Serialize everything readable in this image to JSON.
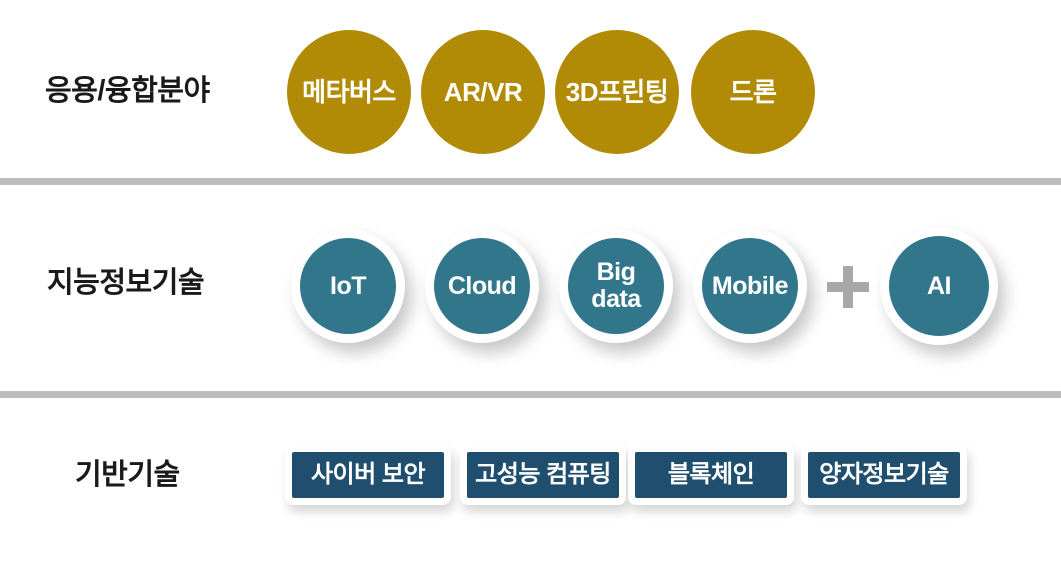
{
  "colors": {
    "gold": "#B28B06",
    "teal": "#31768B",
    "navy": "#1F4E6E",
    "divider_gray": "#BDBDBD",
    "plus_gray": "#A8A8A8",
    "label_text": "#1A1A1A",
    "item_text": "#FFFFFF"
  },
  "icons": {
    "plus": "plus-icon"
  },
  "rows": [
    {
      "label": "응용/융합분야",
      "items": [
        "메타버스",
        "AR/VR",
        "3D프린팅",
        "드론"
      ]
    },
    {
      "label": "지능정보기술",
      "items": [
        "IoT",
        "Cloud",
        "Big data",
        "Mobile"
      ],
      "extra_item": "AI"
    },
    {
      "label": "기반기술",
      "items": [
        "사이버 보안",
        "고성능 컴퓨팅",
        "블록체인",
        "양자정보기술"
      ]
    }
  ]
}
